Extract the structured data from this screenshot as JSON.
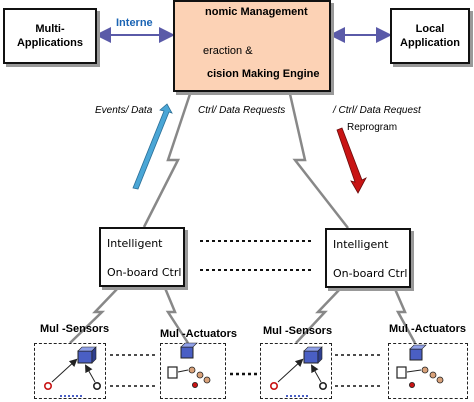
{
  "boxes": {
    "multi_app": "Multi-\nApplications",
    "local_app": "Local\nApplication",
    "engine_line1": "nomic Management",
    "engine_line2": "eraction &",
    "engine_line3": "cision Making Engine"
  },
  "links": {
    "internet": "Interne",
    "events_data": "Events/ Data",
    "ctrl_requests": "Ctrl/ Data Requests",
    "ctrl_request_right": "/ Ctrl/ Data Request",
    "reprogram": "Reprogram"
  },
  "controllers": {
    "left": {
      "line1": "Intelligent",
      "line2": "On-board Ctrl"
    },
    "right": {
      "line1": "Intelligent",
      "line2": "On-board Ctrl"
    }
  },
  "groups": {
    "sensors_left": "Mul -Sensors",
    "actuators_left": "Mul -Actuators",
    "sensors_right": "Mul -Sensors",
    "actuators_right": "Mul -Actuators"
  },
  "colors": {
    "engine_fill": "#fcd2b5",
    "internet_arrow": "#5a5aa8",
    "events_arrow": "#4aa6d6",
    "reprogram_arrow": "#c81414"
  },
  "icons": [
    "cube-icon",
    "sensor-node-icon",
    "actuator-icon"
  ]
}
